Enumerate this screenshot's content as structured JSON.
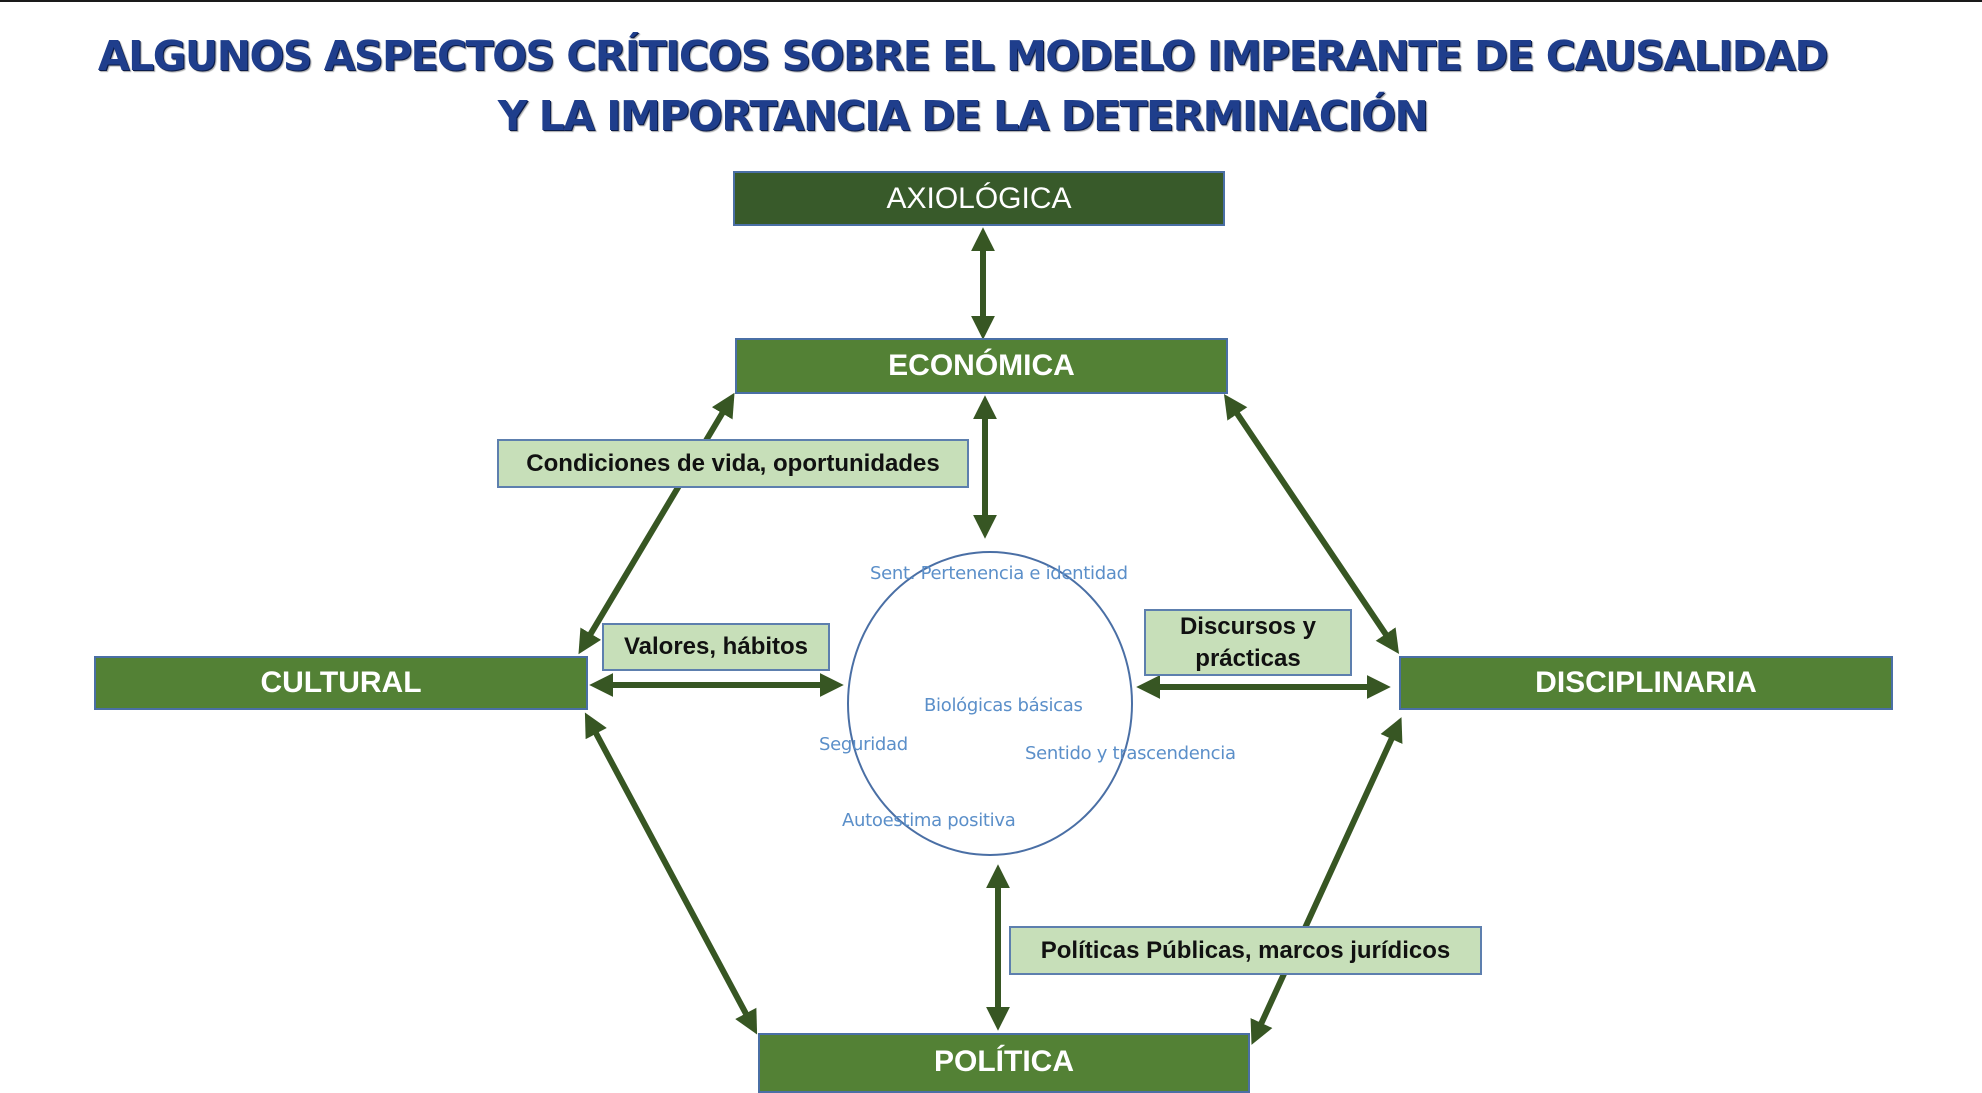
{
  "title": {
    "line1": "ALGUNOS ASPECTOS CRÍTICOS SOBRE EL MODELO IMPERANTE DE CAUSALIDAD",
    "line2": "Y LA IMPORTANCIA DE LA DETERMINACIÓN"
  },
  "nodes": {
    "axiologica": "AXIOLÓGICA",
    "economica": "ECONÓMICA",
    "cultural": "CULTURAL",
    "disciplinaria": "DISCIPLINARIA",
    "politica": "POLÍTICA"
  },
  "labels": {
    "condiciones": "Condiciones de vida, oportunidades",
    "valores": "Valores, hábitos",
    "discursos": "Discursos y prácticas",
    "politicas": "Políticas Públicas, marcos jurídicos"
  },
  "needs": {
    "pertenencia": "Sent. Pertenencia e identidad",
    "biologicas": "Biológicas básicas",
    "seguridad": "Seguridad",
    "sentido": "Sentido y trascendencia",
    "autoestima": "Autoestima positiva"
  },
  "colors": {
    "dark_green": "#385a2a",
    "green": "#538135",
    "light_green": "#c7dfb9",
    "arrow": "#375623",
    "title_blue": "#1f3e8c",
    "needs_blue": "#5b8fc9"
  }
}
